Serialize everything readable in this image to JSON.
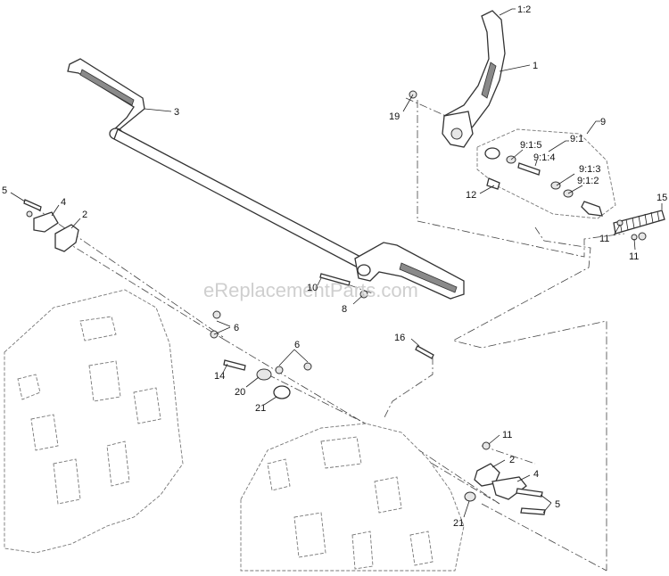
{
  "watermark": "eReplacementParts.com",
  "callouts": {
    "c1_2": "1:2",
    "c1": "1",
    "c3": "3",
    "c19": "19",
    "c9": "9",
    "c9_1": "9:1",
    "c9_1_5": "9:1:5",
    "c9_1_4": "9:1:4",
    "c9_1_3": "9:1:3",
    "c9_1_2": "9:1:2",
    "c12": "12",
    "c15": "15",
    "c11a": "11",
    "c11b": "11",
    "c5a": "5",
    "c4a": "4",
    "c2a": "2",
    "c10": "10",
    "c8": "8",
    "c6a": "6",
    "c16": "16",
    "c6b": "6",
    "c14": "14",
    "c20": "20",
    "c21a": "21",
    "c11c": "11",
    "c2b": "2",
    "c4b": "4",
    "c5b": "5",
    "c21b": "21"
  }
}
